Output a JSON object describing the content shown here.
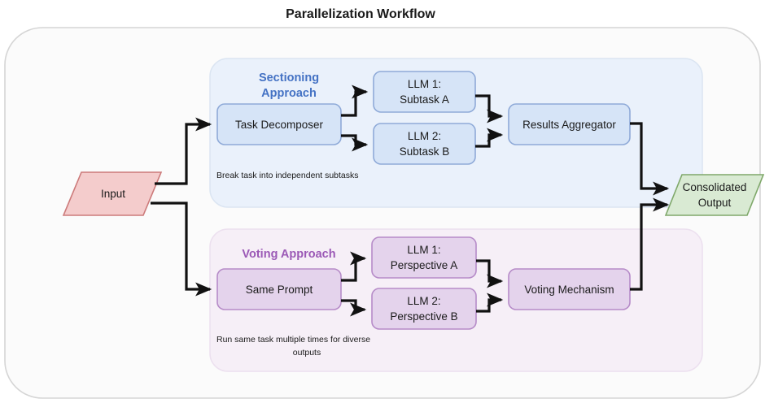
{
  "title": "Parallelization Workflow",
  "colors": {
    "outer_container_fill": "#fbfbfb",
    "outer_container_stroke": "#d5d5d5",
    "sectioning_group_fill": "#eaf1fb",
    "sectioning_group_stroke": "#dbe5f2",
    "sectioning_header_color": "#4472c4",
    "sectioning_node_fill": "#d6e4f7",
    "sectioning_node_stroke": "#8faad8",
    "voting_group_fill": "#f6eff7",
    "voting_group_stroke": "#ece0ef",
    "voting_header_color": "#9b59b6",
    "voting_node_fill": "#e4d3ec",
    "voting_node_stroke": "#b68bc8",
    "input_fill": "#f4cccc",
    "input_stroke": "#cc7a7a",
    "output_fill": "#d9ead3",
    "output_stroke": "#7fa86a",
    "arrow_color": "#111111",
    "text_color": "#1a1a1a"
  },
  "input_node": {
    "label": "Input",
    "shape": "parallelogram"
  },
  "output_node": {
    "label_line1": "Consolidated",
    "label_line2": "Output",
    "shape": "parallelogram"
  },
  "sectioning": {
    "header_line1": "Sectioning",
    "header_line2": "Approach",
    "decomposer_label": "Task Decomposer",
    "llm1_line1": "LLM 1:",
    "llm1_line2": "Subtask A",
    "llm2_line1": "LLM 2:",
    "llm2_line2": "Subtask B",
    "aggregator_label": "Results Aggregator",
    "caption": "Break task into independent subtasks"
  },
  "voting": {
    "header": "Voting Approach",
    "prompt_label": "Same Prompt",
    "llm1_line1": "LLM 1:",
    "llm1_line2": "Perspective A",
    "llm2_line1": "LLM 2:",
    "llm2_line2": "Perspective B",
    "mechanism_label": "Voting Mechanism",
    "caption_line1": "Run same task multiple times for diverse",
    "caption_line2": "outputs"
  }
}
